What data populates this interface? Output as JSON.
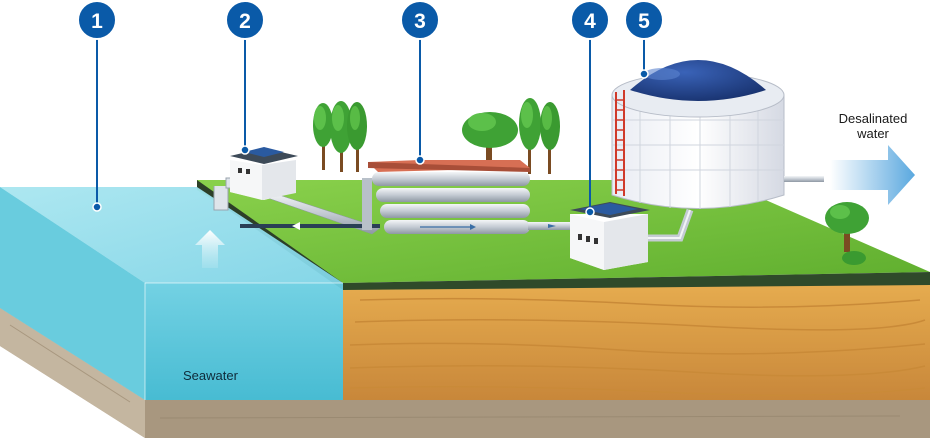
{
  "callouts": [
    {
      "number": "1",
      "target": "seawater"
    },
    {
      "number": "2",
      "target": "intake-pump-building"
    },
    {
      "number": "3",
      "target": "membrane-module-rack"
    },
    {
      "number": "4",
      "target": "post-treatment-building"
    },
    {
      "number": "5",
      "target": "storage-tank"
    }
  ],
  "labels": {
    "seawater": "Seawater",
    "desalinated_line1": "Desalinated",
    "desalinated_line2": "water"
  },
  "colors": {
    "callout": "#0a5aa8",
    "water": "#57c7dc",
    "grass": "#72c23a",
    "soil": "#d89a3e",
    "bedrock": "#b4a692",
    "tank_dome": "#1f3f86",
    "membrane_top": "#d76f54",
    "outflow_arrow": "#5aa8df"
  },
  "icons": [
    "intake-arrow-icon",
    "outflow-arrow-icon",
    "tree-icon",
    "ladder-icon",
    "solar-panel-icon"
  ]
}
